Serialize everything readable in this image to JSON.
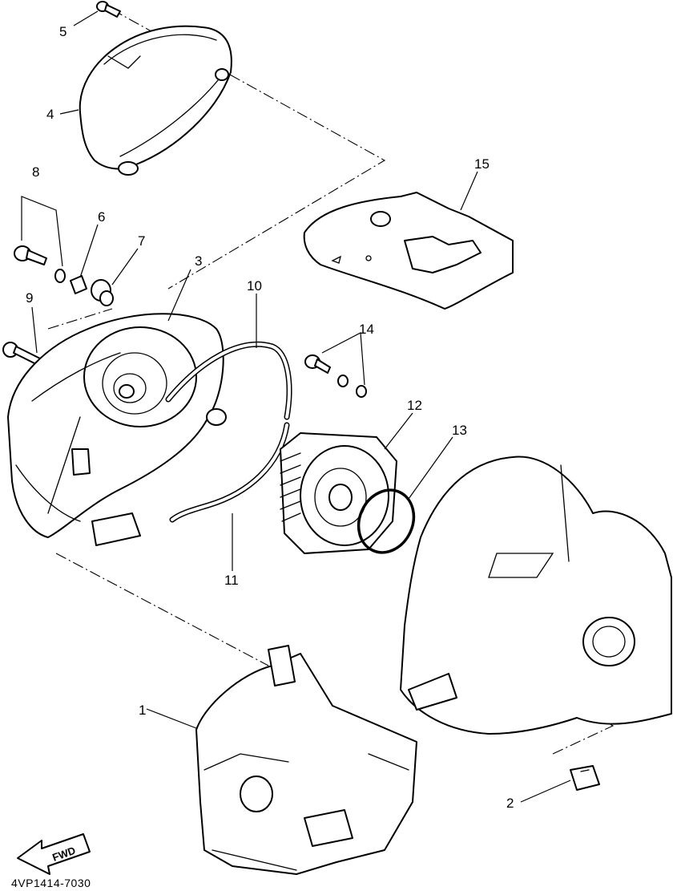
{
  "callouts": [
    {
      "id": "c1",
      "label": "1"
    },
    {
      "id": "c2",
      "label": "2"
    },
    {
      "id": "c3",
      "label": "3"
    },
    {
      "id": "c4",
      "label": "4"
    },
    {
      "id": "c5",
      "label": "5"
    },
    {
      "id": "c6",
      "label": "6"
    },
    {
      "id": "c7",
      "label": "7"
    },
    {
      "id": "c8",
      "label": "8"
    },
    {
      "id": "c9",
      "label": "9"
    },
    {
      "id": "c10",
      "label": "10"
    },
    {
      "id": "c11",
      "label": "11"
    },
    {
      "id": "c12",
      "label": "12"
    },
    {
      "id": "c13",
      "label": "13"
    },
    {
      "id": "c14",
      "label": "14"
    },
    {
      "id": "c15",
      "label": "15"
    }
  ],
  "direction_marker": "FWD",
  "drawing_code": "4VP1414-7030"
}
